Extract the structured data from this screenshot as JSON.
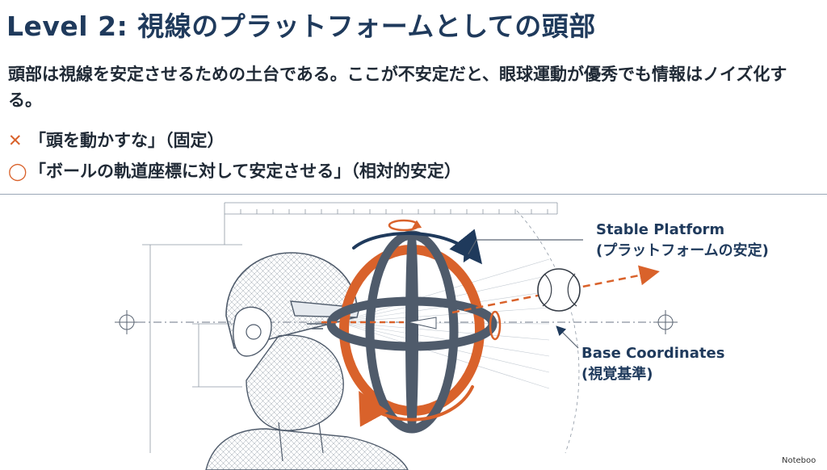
{
  "header": {
    "title": "Level 2: 視線のプラットフォームとしての頭部"
  },
  "body": {
    "description": "頭部は視線を安定させるための土台である。ここが不安定だと、眼球運動が優秀でも情報はノイズ化する。",
    "rules": [
      {
        "mark": "✕",
        "text": "「頭を動かすな」（固定）"
      },
      {
        "mark": "◯",
        "text": "「ボールの軌道座標に対して安定させる」（相対的安定）"
      }
    ]
  },
  "illustration": {
    "callouts": {
      "stable_en": "Stable Platform",
      "stable_ja": "(プラットフォームの安定)",
      "base_en": "Base Coordinates",
      "base_ja": "(視覚基準)"
    }
  },
  "footer": {
    "watermark": "Noteboo"
  },
  "colors": {
    "accent": "#d9622b",
    "navy": "#1f3a5c",
    "steel": "#4f5b6b"
  }
}
